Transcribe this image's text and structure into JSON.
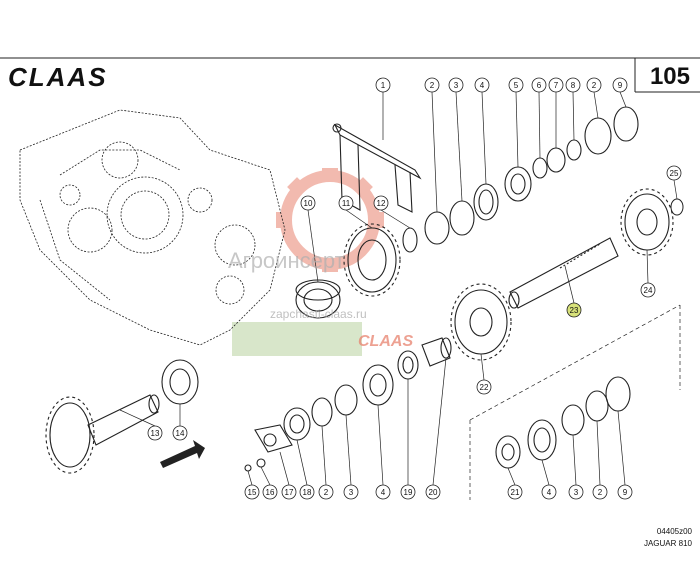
{
  "brand": "CLAAS",
  "page_number": "105",
  "watermark": {
    "site_name": "Агроинсерт",
    "url": "zapchasti-claas.ru",
    "logo_text": "CLAAS"
  },
  "drawing_code": "04405z00",
  "model": "JAGUAR 810",
  "callouts_top": [
    "1",
    "2",
    "3",
    "4",
    "5",
    "6",
    "7",
    "8",
    "2",
    "9"
  ],
  "callouts_mid": [
    "10",
    "11",
    "12",
    "25",
    "23",
    "24",
    "22"
  ],
  "callouts_left": [
    "13",
    "14"
  ],
  "callouts_bottom": [
    "15",
    "16",
    "17",
    "18",
    "2",
    "3",
    "4",
    "19",
    "20",
    "21",
    "4",
    "3",
    "2",
    "9"
  ],
  "colors": {
    "line": "#222222",
    "watermark_red": "#e8826e",
    "watermark_green": "#a8c88a",
    "highlight": "#d8e27a"
  }
}
